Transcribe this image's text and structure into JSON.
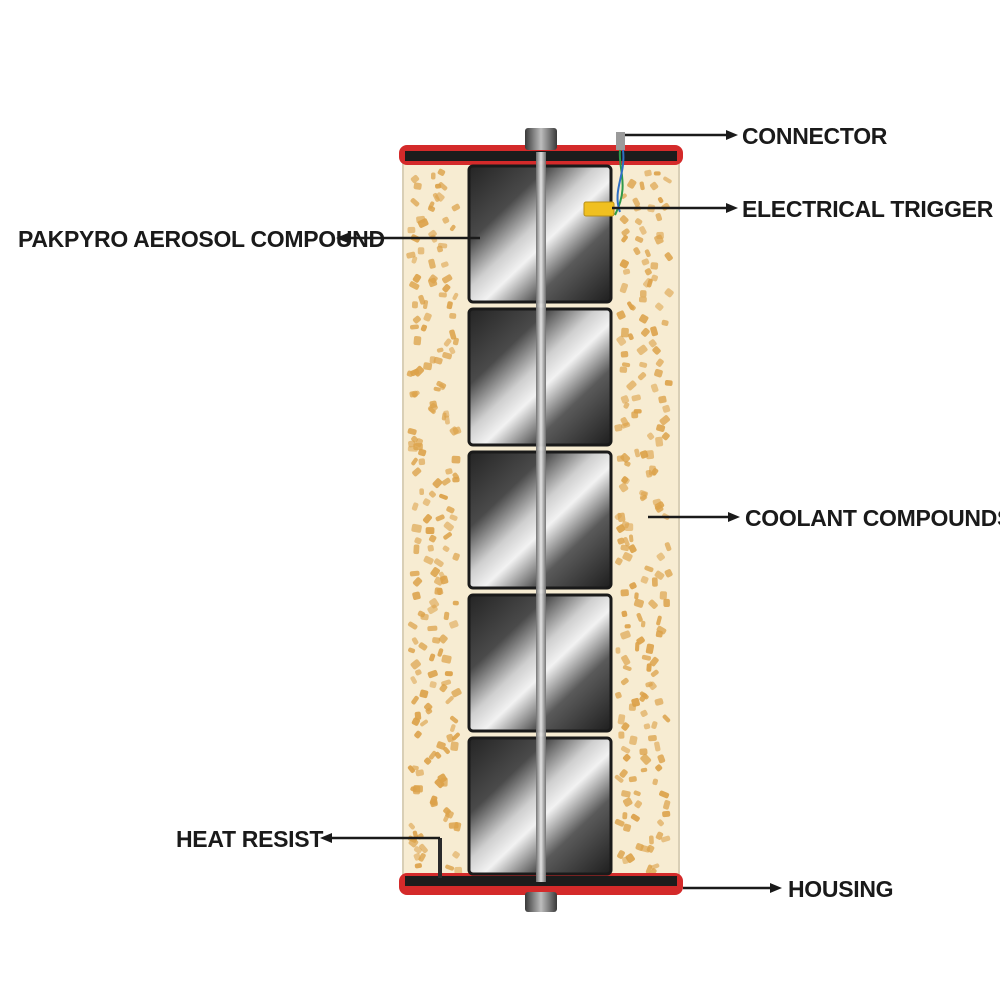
{
  "labels": {
    "connector": "CONNECTOR",
    "electrical_trigger": "ELECTRICAL TRIGGER",
    "aerosol_compound": "PAKPYRO AEROSOL COMPOUND",
    "coolant_compounds": "COOLANT COMPOUNDS",
    "heat_resist": "HEAT RESIST",
    "housing": "HOUSING"
  },
  "colors": {
    "housing_red": "#d42a2a",
    "coolant_fill": "#f7ecd2",
    "coolant_speck": "#dca24a",
    "cylinder_dark": "#2e2e2e",
    "trigger_yellow": "#f0c020",
    "text": "#1a1a1a"
  },
  "diagram": {
    "aerosol_block_count": 5
  }
}
